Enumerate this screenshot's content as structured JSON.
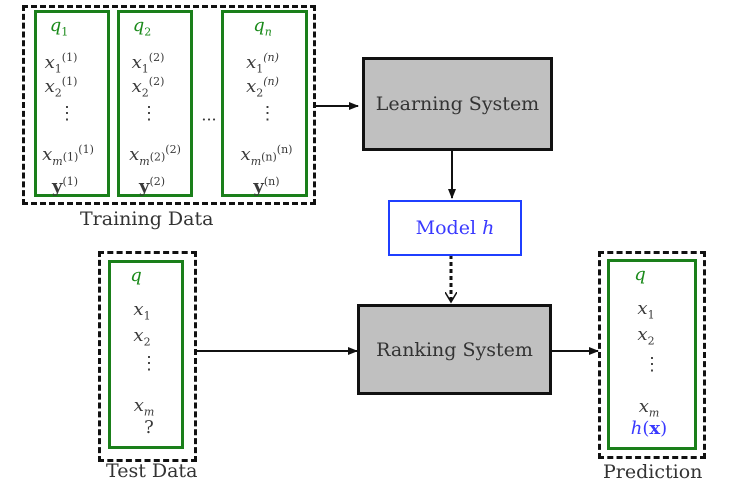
{
  "training": {
    "label": "Training Data",
    "columns": [
      {
        "query": "q1",
        "x1": "x1(1)",
        "x2": "x2(1)",
        "vdots": "⋮",
        "xm": "x_m(1)(1)",
        "y": "y(1)",
        "q_main": "q",
        "q_sub": "1",
        "x_main": "x",
        "sup": "(1)",
        "xm_sub": "m",
        "xm_subsup": "(1)",
        "y_main": "y"
      },
      {
        "query": "q2",
        "x1": "x1(2)",
        "x2": "x2(2)",
        "vdots": "⋮",
        "xm": "x_m(2)(2)",
        "y": "y(2)",
        "q_main": "q",
        "q_sub": "2",
        "x_main": "x",
        "sup": "(2)",
        "xm_sub": "m",
        "xm_subsup": "(2)",
        "y_main": "y"
      },
      {
        "query": "qn",
        "x1": "x1(n)",
        "x2": "x2(n)",
        "vdots": "⋮",
        "xm": "x_m(n)(n)",
        "y": "y(n)",
        "q_main": "q",
        "q_sub": "n",
        "x_main": "x",
        "sup": "(n)",
        "xm_sub": "m",
        "xm_subsup": "(n)",
        "y_main": "y"
      }
    ],
    "ellipsis": "···"
  },
  "learning_system": {
    "label": "Learning System"
  },
  "model": {
    "label": "Model",
    "symbol": "h"
  },
  "ranking_system": {
    "label": "Ranking System"
  },
  "test": {
    "label": "Test Data",
    "query": "q",
    "x_main": "x",
    "x1_sub": "1",
    "x2_sub": "2",
    "vdots": "⋮",
    "xm_sub": "m",
    "unknown": "?"
  },
  "prediction": {
    "label": "Prediction",
    "query": "q",
    "x_main": "x",
    "x1_sub": "1",
    "x2_sub": "2",
    "vdots": "⋮",
    "xm_sub": "m",
    "output": "h(x)",
    "out_h": "h",
    "out_x": "x"
  },
  "colors": {
    "query_green": "#1a8a1a",
    "model_blue": "#1f3fff",
    "system_gray": "#c0c0c0"
  }
}
